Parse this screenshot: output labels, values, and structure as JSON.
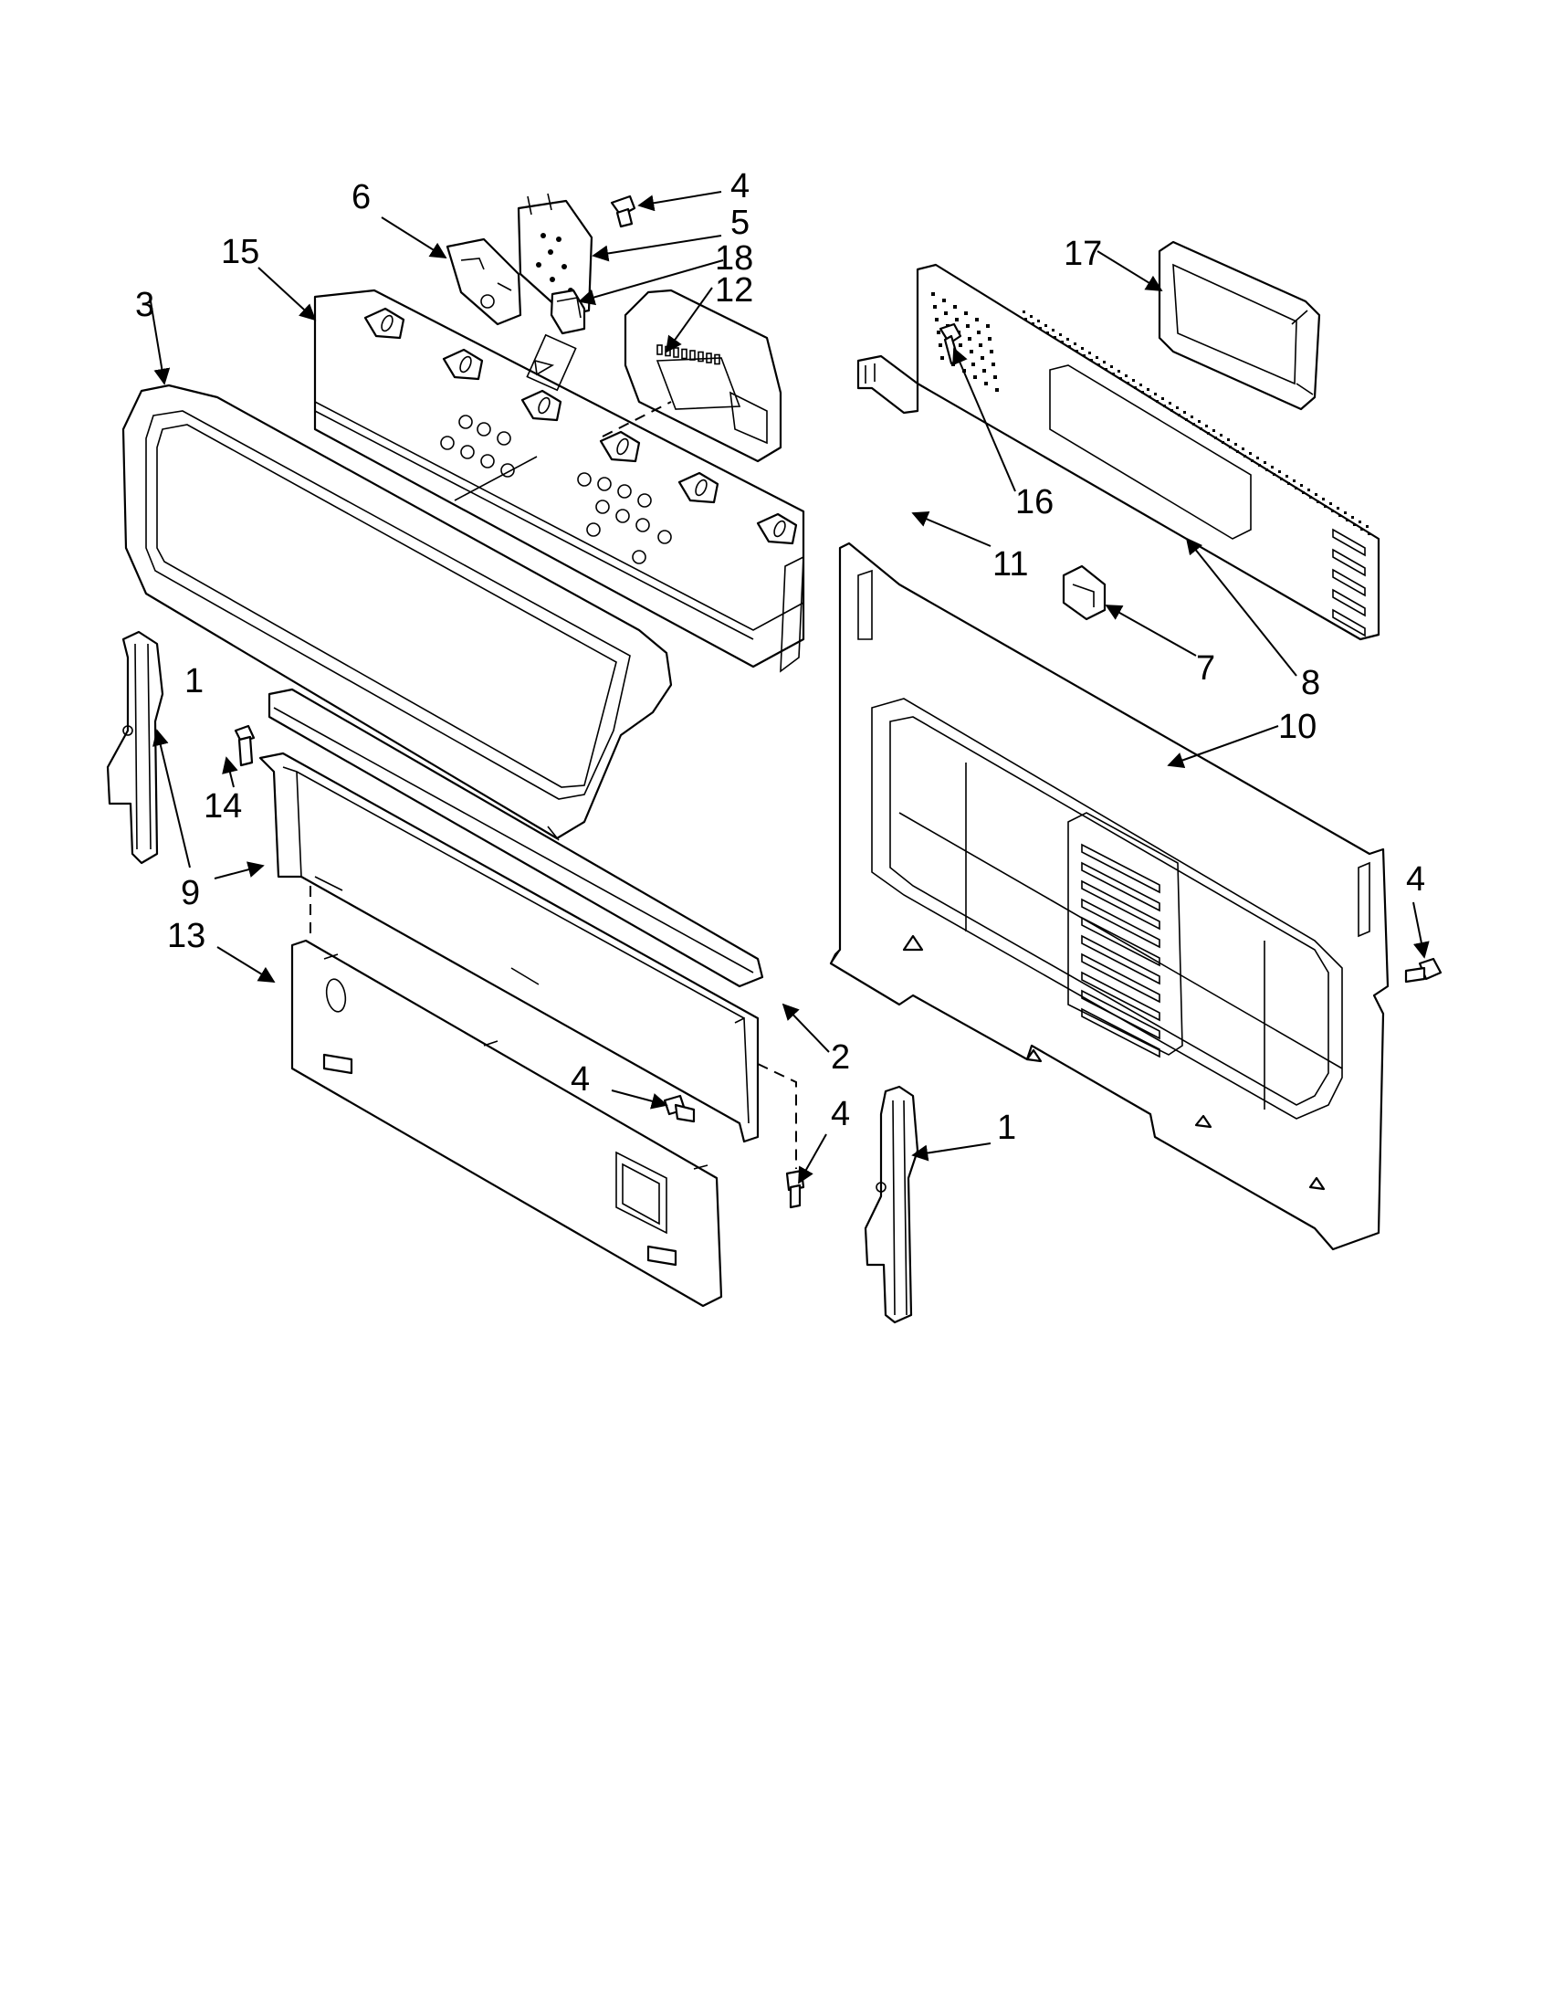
{
  "callouts": [
    "1",
    "1",
    "2",
    "3",
    "4",
    "4",
    "4",
    "4",
    "5",
    "6",
    "7",
    "8",
    "9",
    "10",
    "11",
    "12",
    "13",
    "14",
    "15",
    "16",
    "17",
    "18"
  ],
  "colors": {
    "ink": "#000000",
    "paper": "#ffffff"
  }
}
